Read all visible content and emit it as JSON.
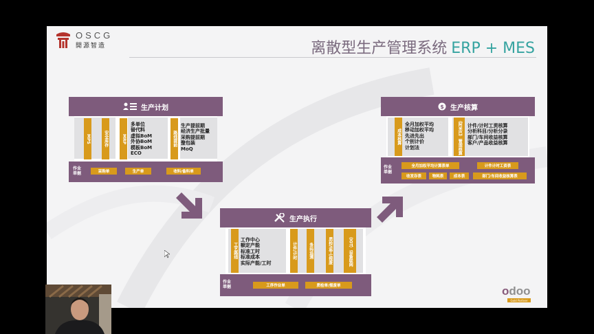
{
  "logo": {
    "en": "OSCG",
    "cn": "開源智造"
  },
  "title": {
    "cn": "离散型生产管理系统",
    "accent": "ERP + MES"
  },
  "planning": {
    "header": "生产计划",
    "bars": [
      "MPS",
      "安全库存",
      "MRP",
      "路线提前"
    ],
    "list1": [
      "多单位",
      "替代料",
      "虚拟BoM",
      "外协BoM",
      "模板BoM",
      "ECO"
    ],
    "list2": [
      "生产提前期",
      "经济生产批量",
      "采购提前期",
      "整包装",
      "MoQ"
    ],
    "footer_label": "作业\n单据",
    "chips": [
      "采购单",
      "生产单",
      "收料/备料单"
    ]
  },
  "execution": {
    "header": "生产执行",
    "bars": [
      "工艺路线",
      "计件/计时",
      "条码追溯",
      "质检/返工/报废",
      "（IOT）设备联网"
    ],
    "list": [
      "工作中心",
      "额定产能",
      "标准工时",
      "标准成本",
      "实际产能/工时"
    ],
    "footer_label": "作业\n单据",
    "chips": [
      "工序作业单",
      "质检单/报废单"
    ]
  },
  "costing": {
    "header": "生产核算",
    "bars": [
      "成本核算",
      "（阿米巴）管理核算"
    ],
    "list1": [
      "全月加权平均",
      "移动加权平均",
      "先进先出",
      "个别计价",
      "计划法"
    ],
    "list2": [
      "计件/计时工资核算",
      "分析科目/分析分录",
      "部门/车间收益核算",
      "客户/产品收益核算"
    ],
    "footer_label": "作业\n单据",
    "chips_row1": [
      "全月加权平均计算表单",
      "计件计时工资表"
    ],
    "chips_row2": [
      "收发存表",
      "物耗表",
      "成本表",
      "部门/车间收益核算表"
    ]
  },
  "brand": {
    "name_left": "o",
    "name_right": "doo",
    "badge": "Gold Partner"
  }
}
